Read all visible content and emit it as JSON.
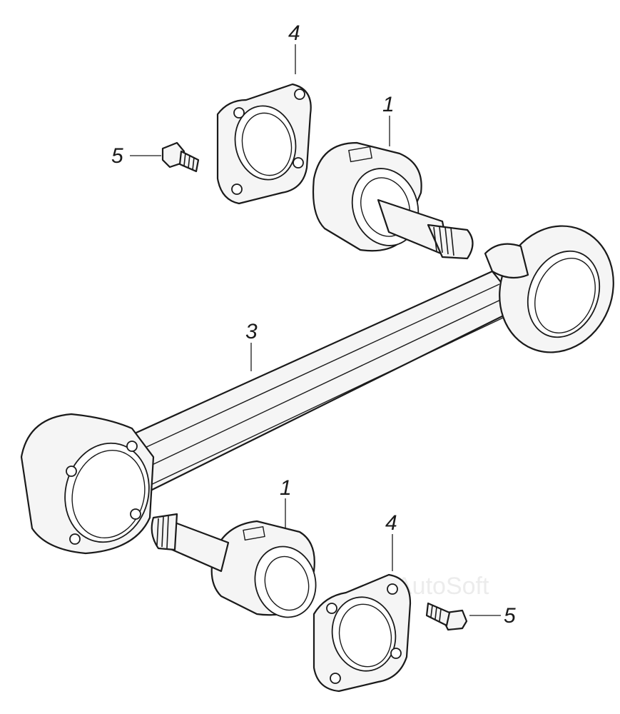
{
  "callouts": {
    "label_1_top": "1",
    "label_1_bottom": "1",
    "label_3": "3",
    "label_4_top": "4",
    "label_4_bottom": "4",
    "label_5_left": "5",
    "label_5_right": "5"
  },
  "watermark": "AutoSoft"
}
